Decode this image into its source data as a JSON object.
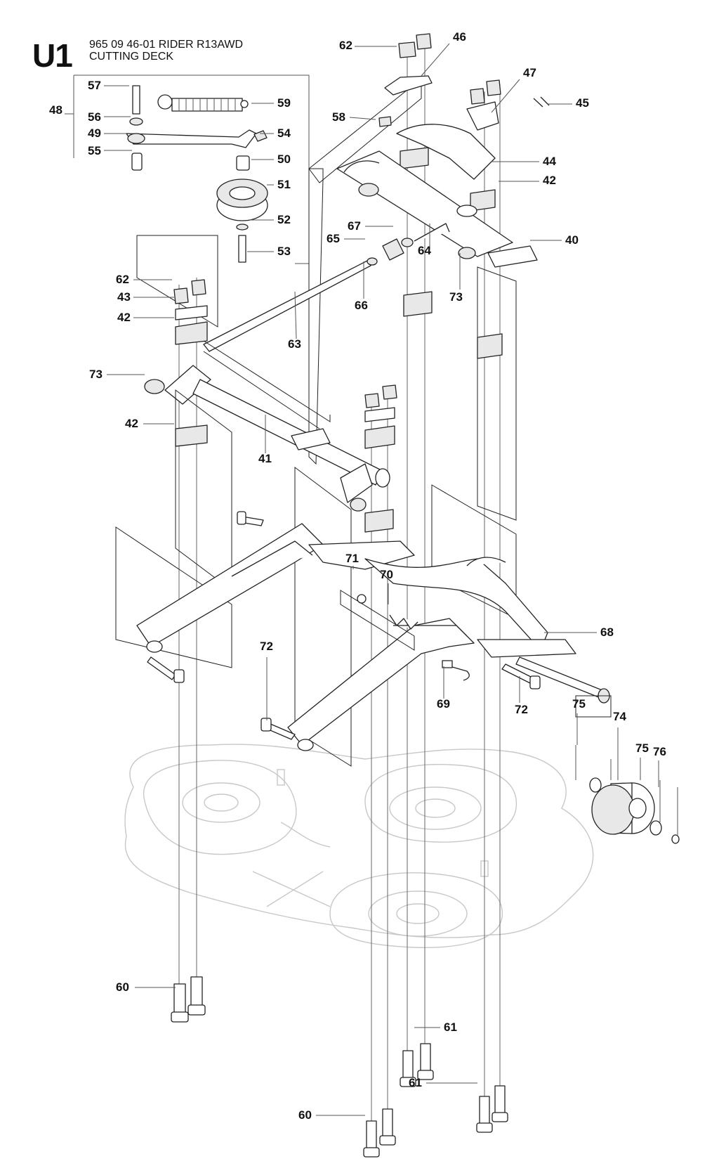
{
  "header": {
    "code": "U1",
    "line1": "965 09 46-01 RIDER R13AWD",
    "line2": "CUTTING DECK"
  },
  "callouts": [
    {
      "id": "c48",
      "text": "48"
    },
    {
      "id": "c57",
      "text": "57"
    },
    {
      "id": "c56",
      "text": "56"
    },
    {
      "id": "c49",
      "text": "49"
    },
    {
      "id": "c55",
      "text": "55"
    },
    {
      "id": "c59",
      "text": "59"
    },
    {
      "id": "c54",
      "text": "54"
    },
    {
      "id": "c50",
      "text": "50"
    },
    {
      "id": "c51",
      "text": "51"
    },
    {
      "id": "c52",
      "text": "52"
    },
    {
      "id": "c53",
      "text": "53"
    },
    {
      "id": "c58",
      "text": "58"
    },
    {
      "id": "c62a",
      "text": "62"
    },
    {
      "id": "c46",
      "text": "46"
    },
    {
      "id": "c47",
      "text": "47"
    },
    {
      "id": "c45",
      "text": "45"
    },
    {
      "id": "c44",
      "text": "44"
    },
    {
      "id": "c42a",
      "text": "42"
    },
    {
      "id": "c40",
      "text": "40"
    },
    {
      "id": "c67",
      "text": "67"
    },
    {
      "id": "c65",
      "text": "65"
    },
    {
      "id": "c64",
      "text": "64"
    },
    {
      "id": "c66",
      "text": "66"
    },
    {
      "id": "c73a",
      "text": "73"
    },
    {
      "id": "c63",
      "text": "63"
    },
    {
      "id": "c62b",
      "text": "62"
    },
    {
      "id": "c43",
      "text": "43"
    },
    {
      "id": "c42b",
      "text": "42"
    },
    {
      "id": "c73b",
      "text": "73"
    },
    {
      "id": "c42c",
      "text": "42"
    },
    {
      "id": "c41",
      "text": "41"
    },
    {
      "id": "c71",
      "text": "71"
    },
    {
      "id": "c70",
      "text": "70"
    },
    {
      "id": "c68",
      "text": "68"
    },
    {
      "id": "c72a",
      "text": "72"
    },
    {
      "id": "c72b",
      "text": "72"
    },
    {
      "id": "c69",
      "text": "69"
    },
    {
      "id": "c75a",
      "text": "75"
    },
    {
      "id": "c74",
      "text": "74"
    },
    {
      "id": "c75b",
      "text": "75"
    },
    {
      "id": "c76",
      "text": "76"
    },
    {
      "id": "c60a",
      "text": "60"
    },
    {
      "id": "c61a",
      "text": "61"
    },
    {
      "id": "c61b",
      "text": "61"
    },
    {
      "id": "c60b",
      "text": "60"
    }
  ]
}
